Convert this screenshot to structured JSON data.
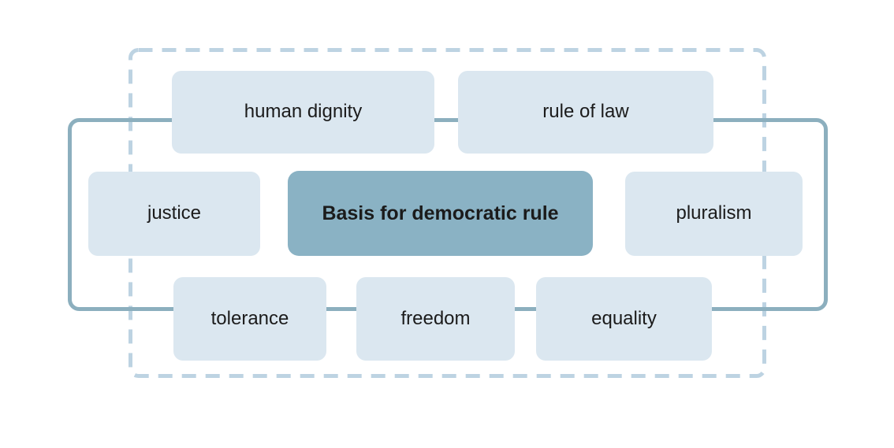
{
  "diagram": {
    "center": {
      "label": "Basis for democratic rule"
    },
    "values": [
      {
        "label": "human dignity"
      },
      {
        "label": "rule of law"
      },
      {
        "label": "justice"
      },
      {
        "label": "pluralism"
      },
      {
        "label": "tolerance"
      },
      {
        "label": "freedom"
      },
      {
        "label": "equality"
      }
    ],
    "colors": {
      "background": "#ffffff",
      "value_box_fill": "#dbe7f0",
      "center_box_fill": "#8ab2c4",
      "solid_frame_stroke": "#8cafbe",
      "dashed_frame_stroke": "#bdd3e2",
      "text": "#1b1b1b"
    }
  }
}
